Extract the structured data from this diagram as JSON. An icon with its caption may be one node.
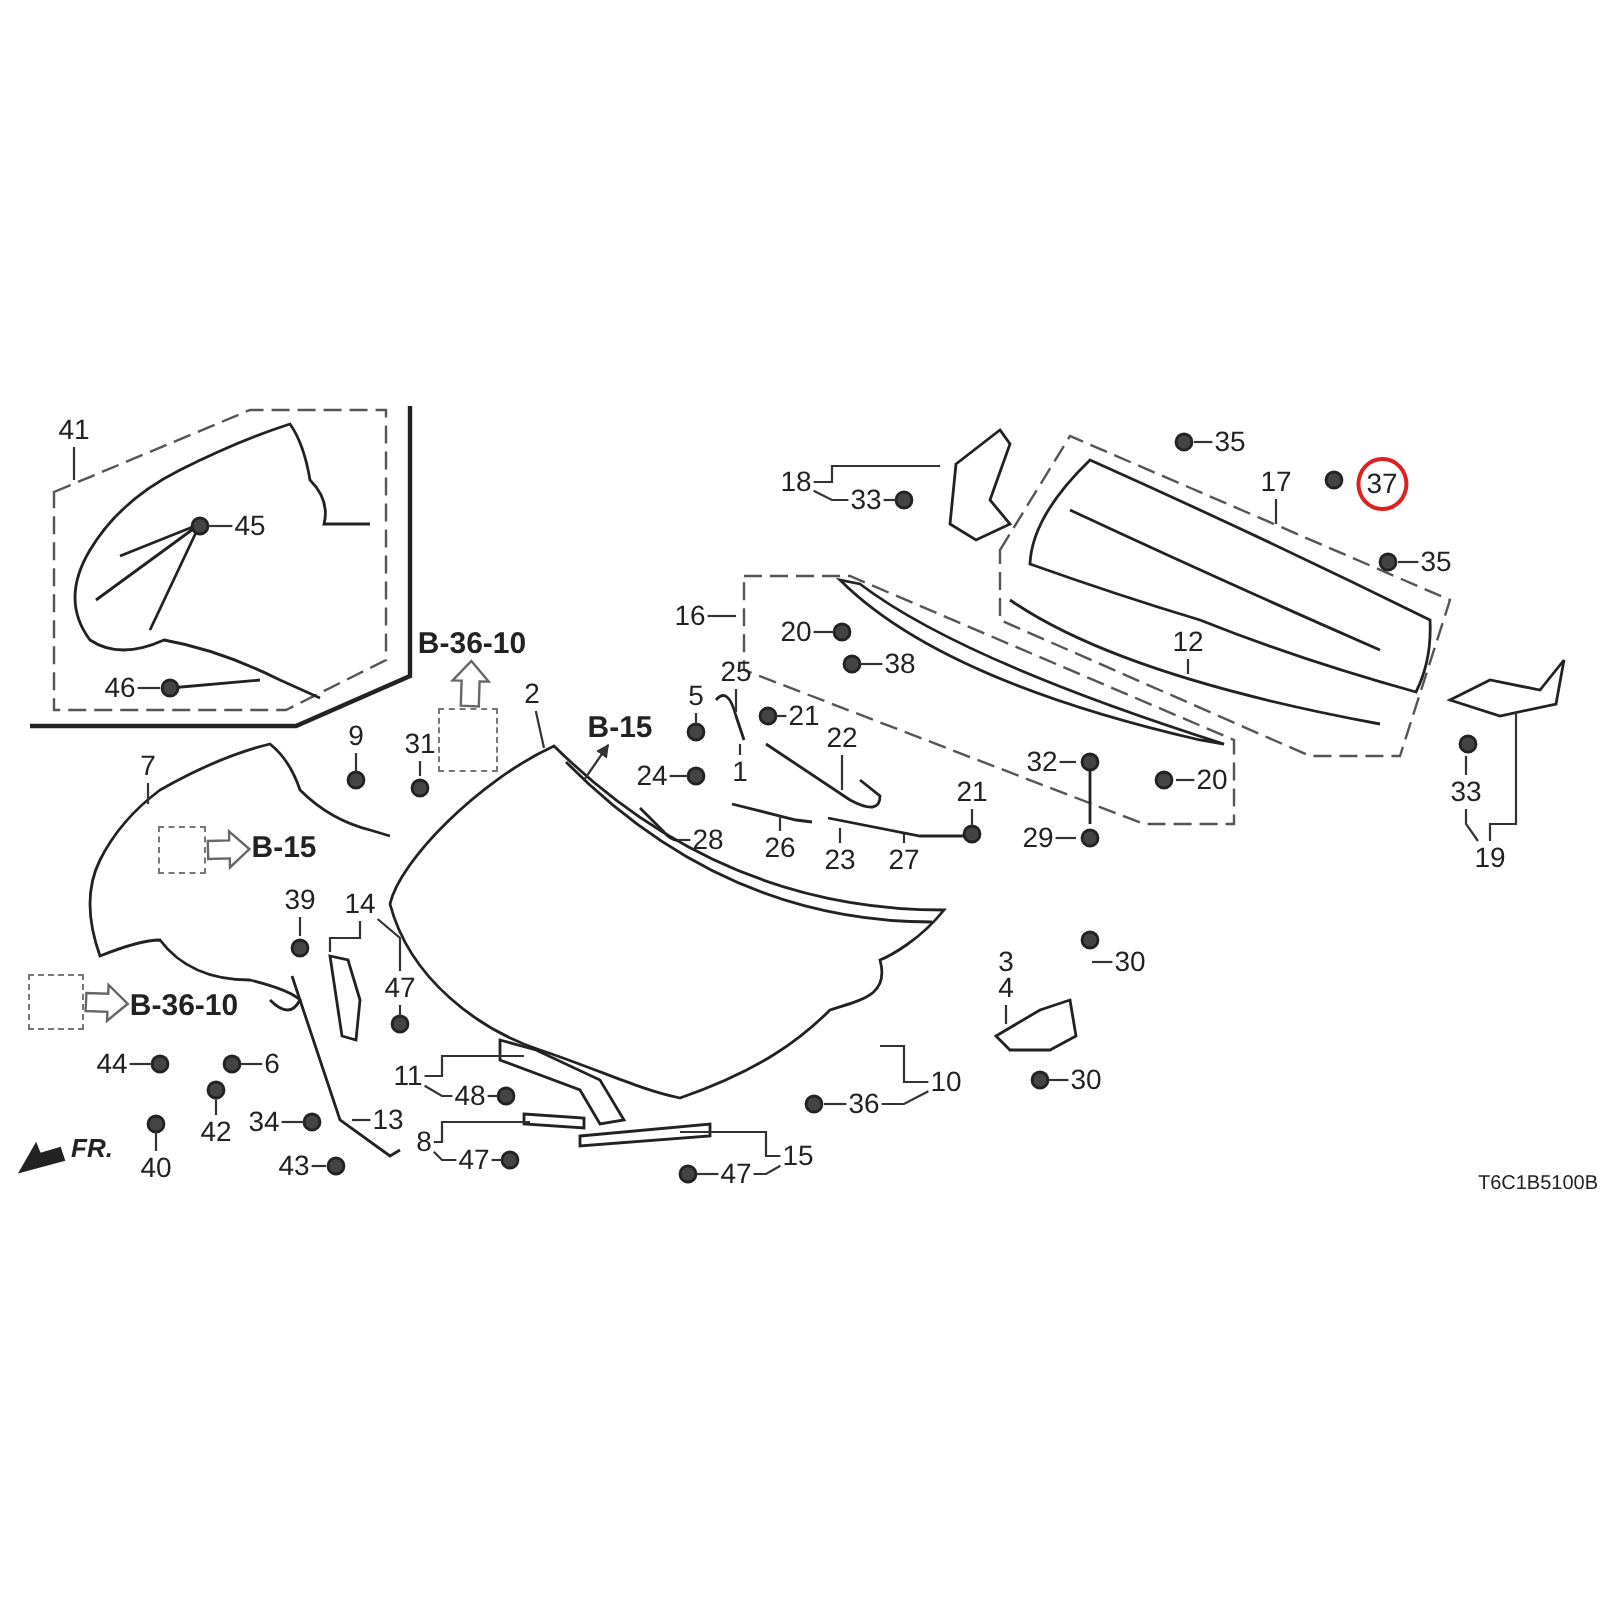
{
  "diagram": {
    "nodes": [
      {
        "text": [
          "41"
        ]
      },
      {
        "text": [
          "45"
        ]
      },
      {
        "text": [
          "46"
        ]
      },
      {
        "text": [
          "7"
        ]
      },
      {
        "text": [
          "9"
        ]
      },
      {
        "text": [
          "31"
        ]
      },
      {
        "text": [
          "39"
        ]
      },
      {
        "text": [
          "14"
        ]
      },
      {
        "text": [
          "47"
        ]
      },
      {
        "text": [
          "6"
        ]
      },
      {
        "text": [
          "44"
        ]
      },
      {
        "text": [
          "42"
        ]
      },
      {
        "text": [
          "40"
        ]
      },
      {
        "text": [
          "34"
        ]
      },
      {
        "text": [
          "13"
        ]
      },
      {
        "text": [
          "43"
        ]
      },
      {
        "text": [
          "11"
        ]
      },
      {
        "text": [
          "48"
        ]
      },
      {
        "text": [
          "8"
        ]
      },
      {
        "text": [
          "47"
        ]
      },
      {
        "text": [
          "47"
        ]
      },
      {
        "text": [
          "15"
        ]
      },
      {
        "text": [
          "10"
        ]
      },
      {
        "text": [
          "36"
        ]
      },
      {
        "text": [
          "2"
        ]
      },
      {
        "text": [
          "5"
        ]
      },
      {
        "text": [
          "25"
        ]
      },
      {
        "text": [
          "21"
        ]
      },
      {
        "text": [
          "1"
        ]
      },
      {
        "text": [
          "24"
        ]
      },
      {
        "text": [
          "28"
        ]
      },
      {
        "text": [
          "26"
        ]
      },
      {
        "text": [
          "23"
        ]
      },
      {
        "text": [
          "22"
        ]
      },
      {
        "text": [
          "27"
        ]
      },
      {
        "text": [
          "21"
        ]
      },
      {
        "text": [
          "16"
        ]
      },
      {
        "text": [
          "20"
        ]
      },
      {
        "text": [
          "38"
        ]
      },
      {
        "text": [
          "32"
        ]
      },
      {
        "text": [
          "29"
        ]
      },
      {
        "text": [
          "20"
        ]
      },
      {
        "text": [
          "18"
        ]
      },
      {
        "text": [
          "33"
        ]
      },
      {
        "text": [
          "35"
        ]
      },
      {
        "text": [
          "17"
        ]
      },
      {
        "text": [
          "37"
        ]
      },
      {
        "text": [
          "35"
        ]
      },
      {
        "text": [
          "12"
        ]
      },
      {
        "text": [
          "33"
        ]
      },
      {
        "text": [
          "19"
        ]
      },
      {
        "text": [
          "3"
        ]
      },
      {
        "text": [
          "4"
        ]
      },
      {
        "text": [
          "30"
        ]
      },
      {
        "text": [
          "30"
        ]
      },
      {
        "text": [
          "B-36-10"
        ]
      },
      {
        "text": [],
        "shape": "box"
      },
      {
        "text": [
          "B-15"
        ]
      },
      {
        "text": [],
        "shape": "box"
      },
      {
        "text": [
          "B-15"
        ]
      },
      {
        "text": [],
        "shape": "box"
      },
      {
        "text": [
          "B-36-10"
        ]
      }
    ],
    "edges": [
      {
        "from": 0,
        "to": null,
        "arrow": "none"
      },
      {
        "from": 1,
        "to": null,
        "arrow": "none"
      },
      {
        "from": 2,
        "to": null,
        "arrow": "none"
      },
      {
        "from": 3,
        "to": null,
        "arrow": "none"
      },
      {
        "from": 4,
        "to": null,
        "arrow": "none"
      },
      {
        "from": 5,
        "to": null,
        "arrow": "none"
      },
      {
        "from": 6,
        "to": null,
        "arrow": "none"
      },
      {
        "from": 7,
        "to": null,
        "arrow": "none"
      },
      {
        "from": 7,
        "to": 8,
        "arrow": "none"
      },
      {
        "from": 8,
        "to": null,
        "arrow": "none"
      },
      {
        "from": 9,
        "to": null,
        "arrow": "none"
      },
      {
        "from": 10,
        "to": null,
        "arrow": "none"
      },
      {
        "from": 11,
        "to": null,
        "arrow": "none"
      },
      {
        "from": 12,
        "to": null,
        "arrow": "none"
      },
      {
        "from": 13,
        "to": null,
        "arrow": "none"
      },
      {
        "from": 14,
        "to": null,
        "arrow": "none"
      },
      {
        "from": 15,
        "to": null,
        "arrow": "none"
      },
      {
        "from": 16,
        "to": null,
        "arrow": "none"
      },
      {
        "from": 16,
        "to": 17,
        "arrow": "none"
      },
      {
        "from": 17,
        "to": null,
        "arrow": "none"
      },
      {
        "from": 18,
        "to": null,
        "arrow": "none"
      },
      {
        "from": 18,
        "to": 19,
        "arrow": "none"
      },
      {
        "from": 19,
        "to": null,
        "arrow": "none"
      },
      {
        "from": 20,
        "to": null,
        "arrow": "none"
      },
      {
        "from": 21,
        "to": null,
        "arrow": "none"
      },
      {
        "from": 21,
        "to": 20,
        "arrow": "none"
      },
      {
        "from": 22,
        "to": null,
        "arrow": "none"
      },
      {
        "from": 22,
        "to": 23,
        "arrow": "none"
      },
      {
        "from": 23,
        "to": null,
        "arrow": "none"
      },
      {
        "from": 24,
        "to": null,
        "arrow": "none"
      },
      {
        "from": 25,
        "to": null,
        "arrow": "none"
      },
      {
        "from": 26,
        "to": null,
        "arrow": "none"
      },
      {
        "from": 27,
        "to": null,
        "arrow": "none"
      },
      {
        "from": 28,
        "to": null,
        "arrow": "none"
      },
      {
        "from": 29,
        "to": null,
        "arrow": "none"
      },
      {
        "from": 30,
        "to": null,
        "arrow": "none"
      },
      {
        "from": 31,
        "to": null,
        "arrow": "none"
      },
      {
        "from": 32,
        "to": null,
        "arrow": "none"
      },
      {
        "from": 33,
        "to": null,
        "arrow": "none"
      },
      {
        "from": 34,
        "to": null,
        "arrow": "none"
      },
      {
        "from": 35,
        "to": null,
        "arrow": "none"
      },
      {
        "from": 36,
        "to": null,
        "arrow": "none"
      },
      {
        "from": 37,
        "to": null,
        "arrow": "none"
      },
      {
        "from": 38,
        "to": null,
        "arrow": "none"
      },
      {
        "from": 39,
        "to": null,
        "arrow": "none"
      },
      {
        "from": 40,
        "to": null,
        "arrow": "none"
      },
      {
        "from": 41,
        "to": null,
        "arrow": "none"
      },
      {
        "from": 42,
        "to": null,
        "arrow": "none"
      },
      {
        "from": 42,
        "to": 43,
        "arrow": "none"
      },
      {
        "from": 43,
        "to": null,
        "arrow": "none"
      },
      {
        "from": 44,
        "to": null,
        "arrow": "none"
      },
      {
        "from": 45,
        "to": null,
        "arrow": "none"
      },
      {
        "from": 47,
        "to": null,
        "arrow": "none"
      },
      {
        "from": 48,
        "to": null,
        "arrow": "none"
      },
      {
        "from": 49,
        "to": null,
        "arrow": "none"
      },
      {
        "from": 50,
        "to": null,
        "arrow": "none"
      },
      {
        "from": 50,
        "to": 49,
        "arrow": "none"
      },
      {
        "from": 52,
        "to": null,
        "arrow": "none"
      },
      {
        "from": 53,
        "to": null,
        "arrow": "none"
      },
      {
        "from": 54,
        "to": null,
        "arrow": "none"
      },
      {
        "from": 56,
        "to": 55,
        "arrow": "to"
      },
      {
        "from": null,
        "to": 57,
        "arrow": "to"
      },
      {
        "from": 58,
        "to": 59,
        "arrow": "to"
      },
      {
        "from": 60,
        "to": 61,
        "arrow": "to"
      }
    ],
    "labels": [
      "FR.",
      "T6C1B5100B"
    ]
  }
}
